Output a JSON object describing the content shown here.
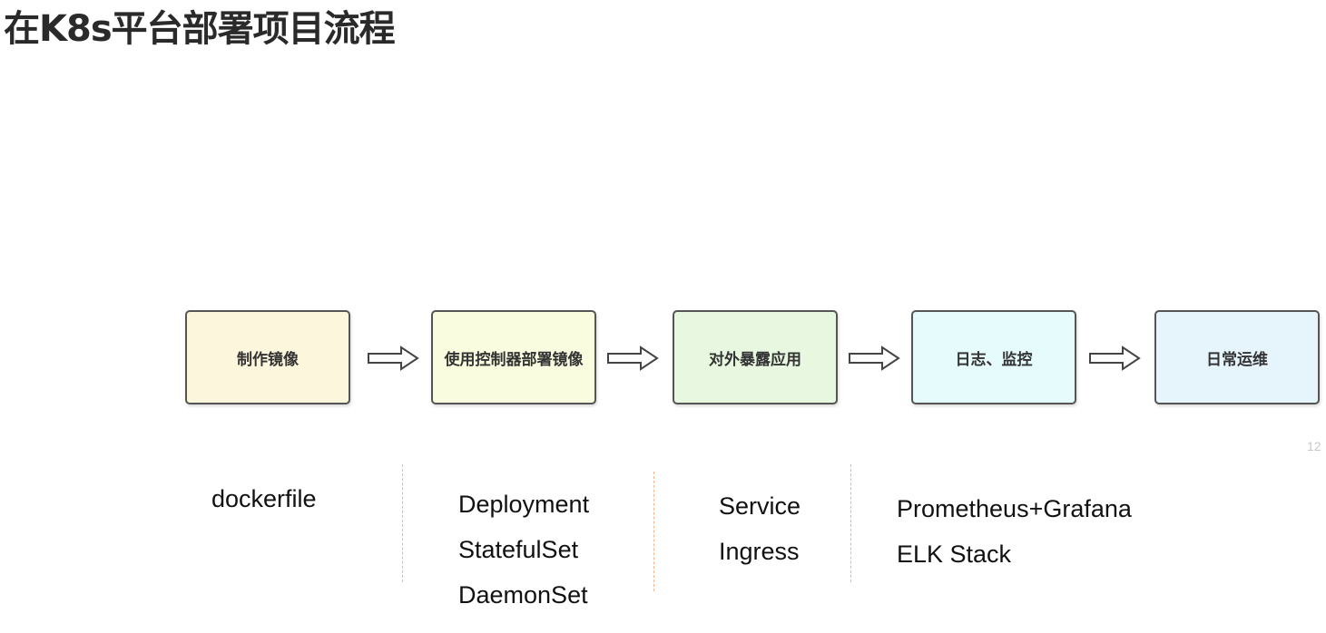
{
  "title": "在K8s平台部署项目流程",
  "steps": [
    {
      "label": "制作镜像",
      "fill": "#fcf6dc"
    },
    {
      "label": "使用控制器部署镜像",
      "fill": "#fafce0"
    },
    {
      "label": "对外暴露应用",
      "fill": "#e8f8e0"
    },
    {
      "label": "日志、监控",
      "fill": "#e6fbfc"
    },
    {
      "label": "日常运维",
      "fill": "#e6f5fc"
    }
  ],
  "tools": [
    [
      "dockerfile"
    ],
    [
      "Deployment",
      "StatefulSet",
      "DaemonSet"
    ],
    [
      "Service",
      "Ingress"
    ],
    [
      "Prometheus+Grafana",
      "ELK Stack"
    ]
  ],
  "page_number": "12",
  "colors": {
    "box_border": "#555555",
    "divider": "#f0b48c",
    "arrow": "#444444"
  }
}
